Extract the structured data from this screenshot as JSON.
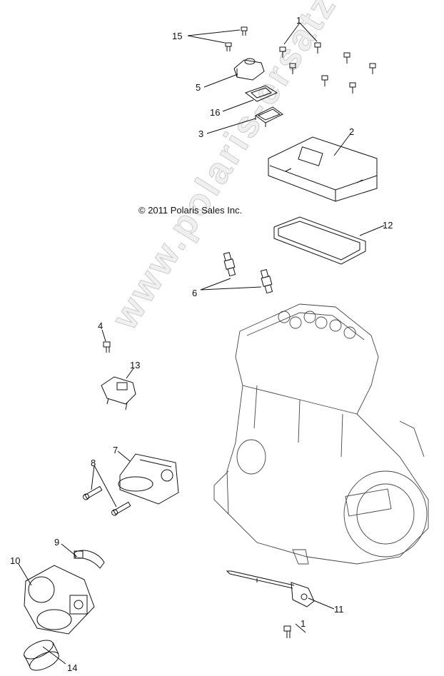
{
  "copyright": "© 2011 Polaris Sales Inc.",
  "watermark": "www.polaris-ersatzteile.de",
  "callouts": {
    "c1_top": "1",
    "c1_bottom": "1",
    "c2": "2",
    "c3": "3",
    "c4": "4",
    "c5": "5",
    "c6": "6",
    "c7": "7",
    "c8": "8",
    "c9": "9",
    "c10": "10",
    "c11": "11",
    "c12": "12",
    "c13": "13",
    "c14": "14",
    "c15": "15",
    "c16": "16"
  },
  "colors": {
    "line": "#111111",
    "watermark": "#c8c8c8"
  }
}
